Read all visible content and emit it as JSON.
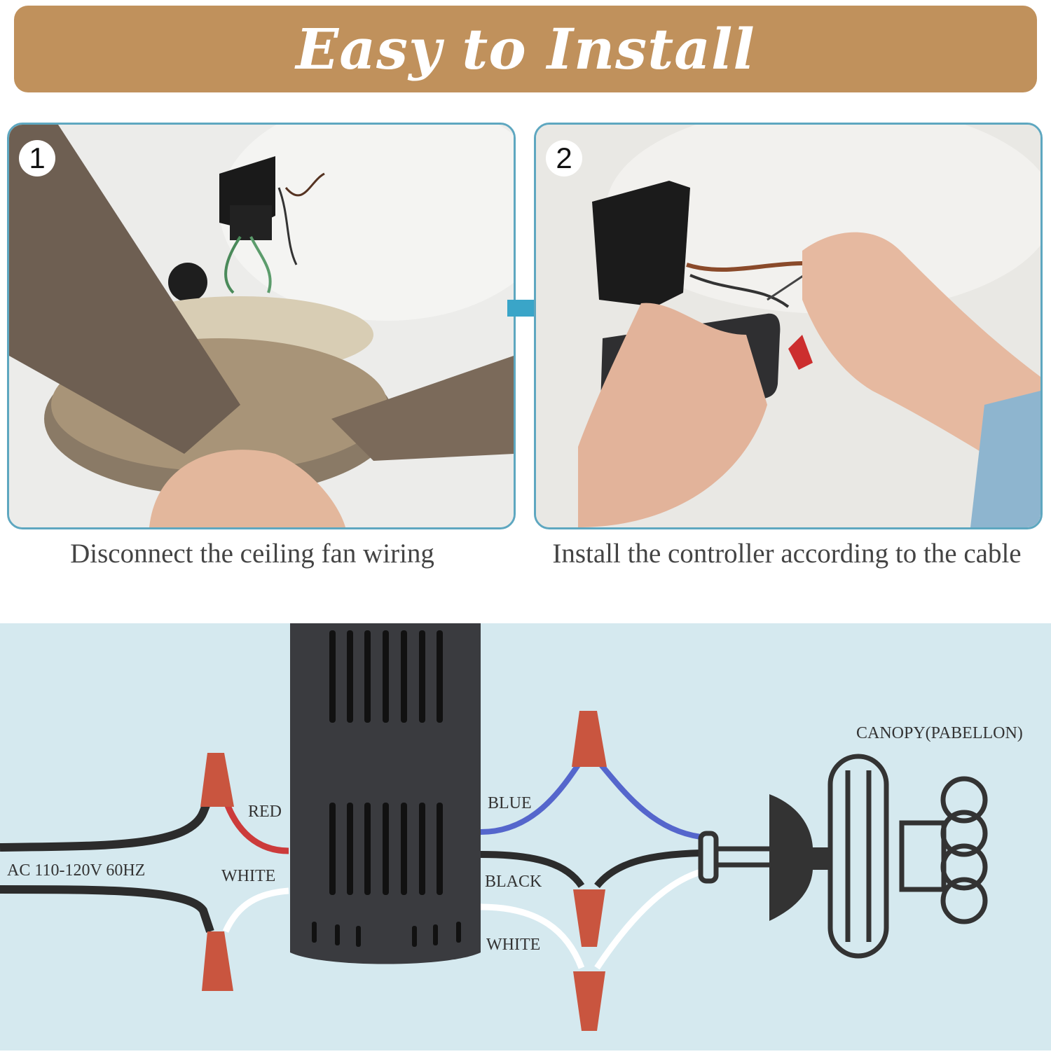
{
  "banner": {
    "title": "Easy to Install"
  },
  "steps": [
    {
      "number": "1",
      "caption": "Disconnect the ceiling fan wiring"
    },
    {
      "number": "2",
      "caption": "Install the controller according to the cable"
    }
  ],
  "wiring": {
    "supply_label": "AC 110-120V 60HZ",
    "canopy_label": "CANOPY(PABELLON)",
    "input_labels": {
      "red": "RED",
      "white": "WHITE"
    },
    "output_labels": {
      "blue": "BLUE",
      "black": "BLACK",
      "white": "WHITE"
    },
    "colors": {
      "red_wire": "#cc3b3b",
      "blue_wire": "#5566cc",
      "black_wire": "#2c2c2c",
      "white_wire": "#ffffff",
      "wire_nut": "#c9553f",
      "controller": "#3a3b3f",
      "banner": "#c0915c",
      "photo_border": "#5ea7c0",
      "diagram_bg": "#d5e9ef"
    }
  }
}
